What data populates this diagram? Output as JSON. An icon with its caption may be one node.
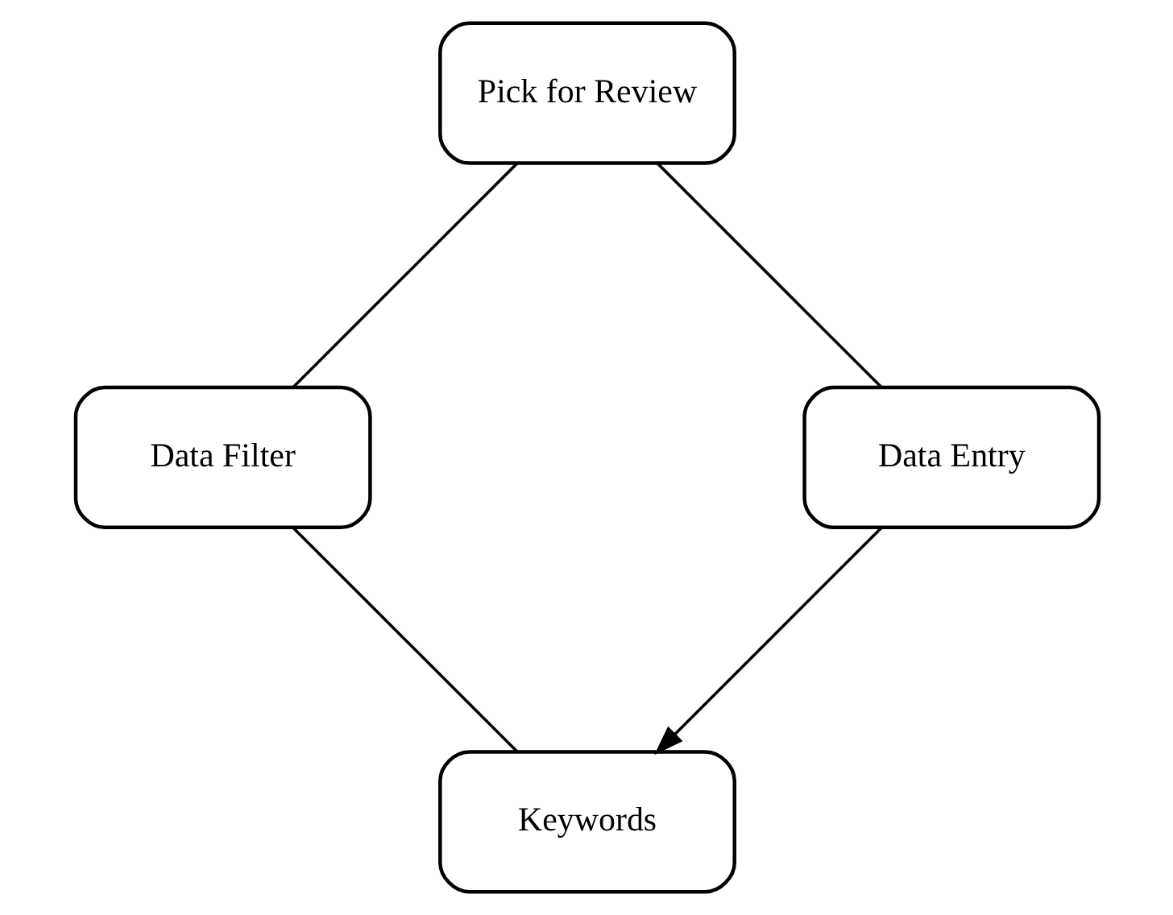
{
  "diagram": {
    "nodes": [
      {
        "text": [
          "Keywords"
        ]
      },
      {
        "text": [
          "Data Filter"
        ]
      },
      {
        "text": [
          "Pick for Review"
        ]
      },
      {
        "text": [
          "Data Entry"
        ]
      }
    ],
    "edges": [
      {
        "from": 0,
        "to": 1,
        "arrow": "none"
      },
      {
        "from": 1,
        "to": 2,
        "arrow": "none"
      },
      {
        "from": 2,
        "to": 3,
        "arrow": "none"
      },
      {
        "from": 3,
        "to": 0,
        "arrow": "to"
      }
    ]
  }
}
